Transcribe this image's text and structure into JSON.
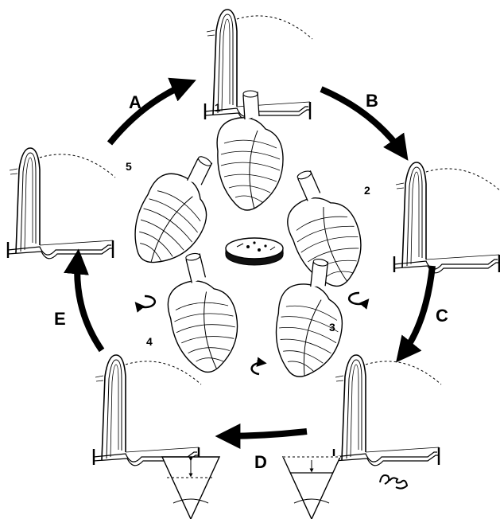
{
  "arrow_labels": {
    "a": "A",
    "b": "B",
    "c": "C",
    "d": "D",
    "e": "E"
  },
  "heart_labels": {
    "h1": "1",
    "h2": "2",
    "h3": "3",
    "h4": "4",
    "h5": "5"
  },
  "colors": {
    "ink": "#000000",
    "paper": "#ffffff"
  }
}
